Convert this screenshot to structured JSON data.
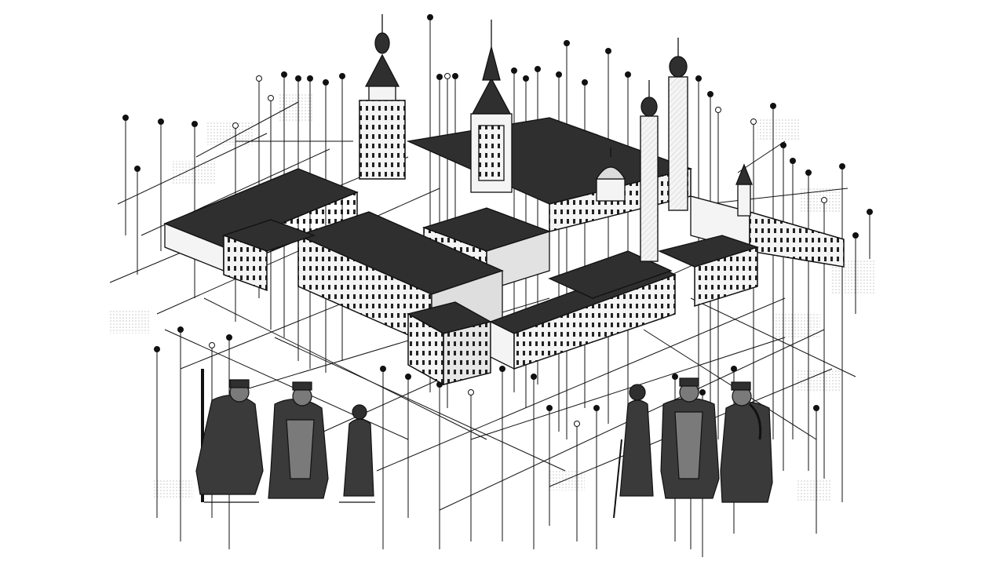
{
  "palette": {
    "background": "#ffffff",
    "ink": "#111111",
    "wall": "#f4f4f4",
    "roof": "#2f2f2f",
    "shade": "#cfcfcf",
    "robe": "#3a3a3a",
    "robe_light": "#7a7a7a"
  },
  "scene": {
    "subject": "isometric-old-town-illustration",
    "figure_count": 6,
    "spire_count": 4
  }
}
